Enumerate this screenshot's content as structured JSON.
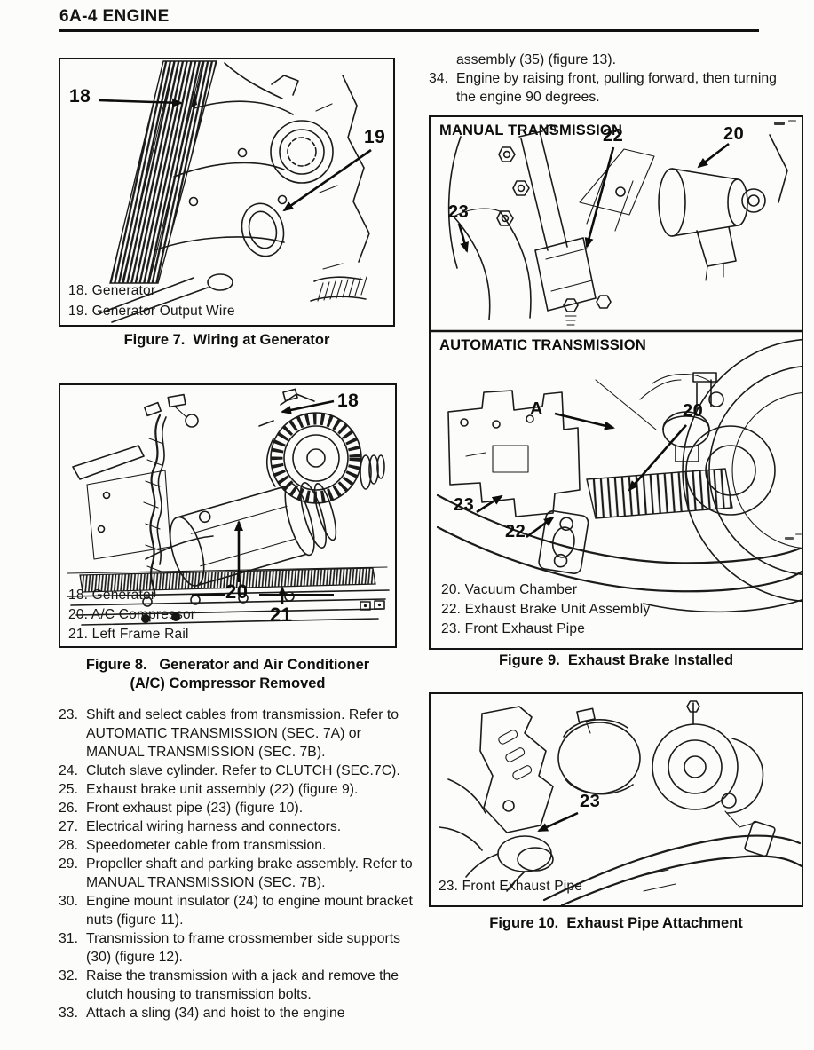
{
  "header": {
    "title": "6A-4 ENGINE"
  },
  "intro": {
    "carryover": "assembly (35) (figure 13).",
    "step34": {
      "num": "34.",
      "text": "Engine by raising front, pulling forward, then turning the engine 90 degrees."
    }
  },
  "figure7": {
    "callouts": {
      "c18": "18",
      "c19": "19"
    },
    "legend": [
      "18. Generator",
      "19. Generator Output Wire"
    ],
    "caption": "Figure 7.  Wiring at Generator"
  },
  "figure8": {
    "callouts": {
      "c18": "18",
      "c20": "20",
      "c21": "21"
    },
    "legend": [
      "18. Generator",
      "20. A/C Compressor",
      "21. Left Frame Rail"
    ],
    "caption_line1": "Figure 8.   Generator and Air Conditioner",
    "caption_line2": "(A/C) Compressor Removed"
  },
  "steps": [
    {
      "num": "23.",
      "text": "Shift and select cables from transmission. Refer to AUTOMATIC TRANSMISSION (SEC. 7A) or MANUAL TRANSMISSION (SEC. 7B)."
    },
    {
      "num": "24.",
      "text": "Clutch slave cylinder. Refer to CLUTCH (SEC.7C)."
    },
    {
      "num": "25.",
      "text": "Exhaust brake unit assembly (22) (figure 9)."
    },
    {
      "num": "26.",
      "text": "Front exhaust pipe (23) (figure 10)."
    },
    {
      "num": "27.",
      "text": "Electrical wiring harness and connectors."
    },
    {
      "num": "28.",
      "text": "Speedometer cable from transmission."
    },
    {
      "num": "29.",
      "text": "Propeller shaft and parking brake assembly. Refer to MANUAL TRANSMISSION (SEC. 7B)."
    },
    {
      "num": "30.",
      "text": "Engine mount insulator (24) to engine mount bracket nuts (figure 11)."
    },
    {
      "num": "31.",
      "text": "Transmission to frame crossmember side supports (30) (figure 12)."
    },
    {
      "num": "32.",
      "text": "Raise the transmission with a jack and remove the clutch housing to transmission bolts."
    },
    {
      "num": "33.",
      "text": "Attach a sling (34) and hoist to the engine"
    }
  ],
  "figure9": {
    "manual_label": "MANUAL TRANSMISSION",
    "auto_label": "AUTOMATIC TRANSMISSION",
    "manual_callouts": {
      "c22": "22",
      "c20": "20",
      "c23": "23"
    },
    "auto_callouts": {
      "cA": "A",
      "c20": "20",
      "c23": "23",
      "c22": "22"
    },
    "legend": [
      "20. Vacuum Chamber",
      "22. Exhaust Brake Unit Assembly",
      "23. Front Exhaust Pipe"
    ],
    "caption": "Figure 9.  Exhaust Brake Installed"
  },
  "figure10": {
    "callouts": {
      "c23": "23"
    },
    "legend": [
      "23. Front Exhaust Pipe"
    ],
    "caption": "Figure 10.  Exhaust Pipe Attachment"
  }
}
